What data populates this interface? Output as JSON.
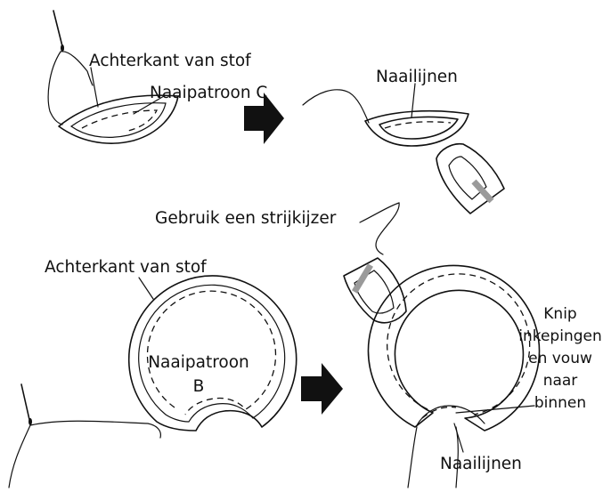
{
  "labels": {
    "back_of_fabric_top": "Achterkant van stof",
    "pattern_c": "Naaipatroon C",
    "sewing_lines_top": "Naailijnen",
    "use_iron": "Gebruik een strijkijzer",
    "back_of_fabric_bottom": "Achterkant van stof",
    "pattern_b_line1": "Naaipatroon",
    "pattern_b_line2": "B",
    "notch_line1": "Knip",
    "notch_line2": "inkepingen",
    "notch_line3": "en vouw",
    "notch_line4": "naar",
    "notch_line5": "binnen",
    "sewing_lines_bottom": "Naailijnen"
  },
  "colors": {
    "ink": "#111111",
    "seam_allowance_gray": "#a6a6a6",
    "folded_fabric_dark": "#4a4a4a",
    "iron_plate_gray": "#9a9a9a"
  }
}
